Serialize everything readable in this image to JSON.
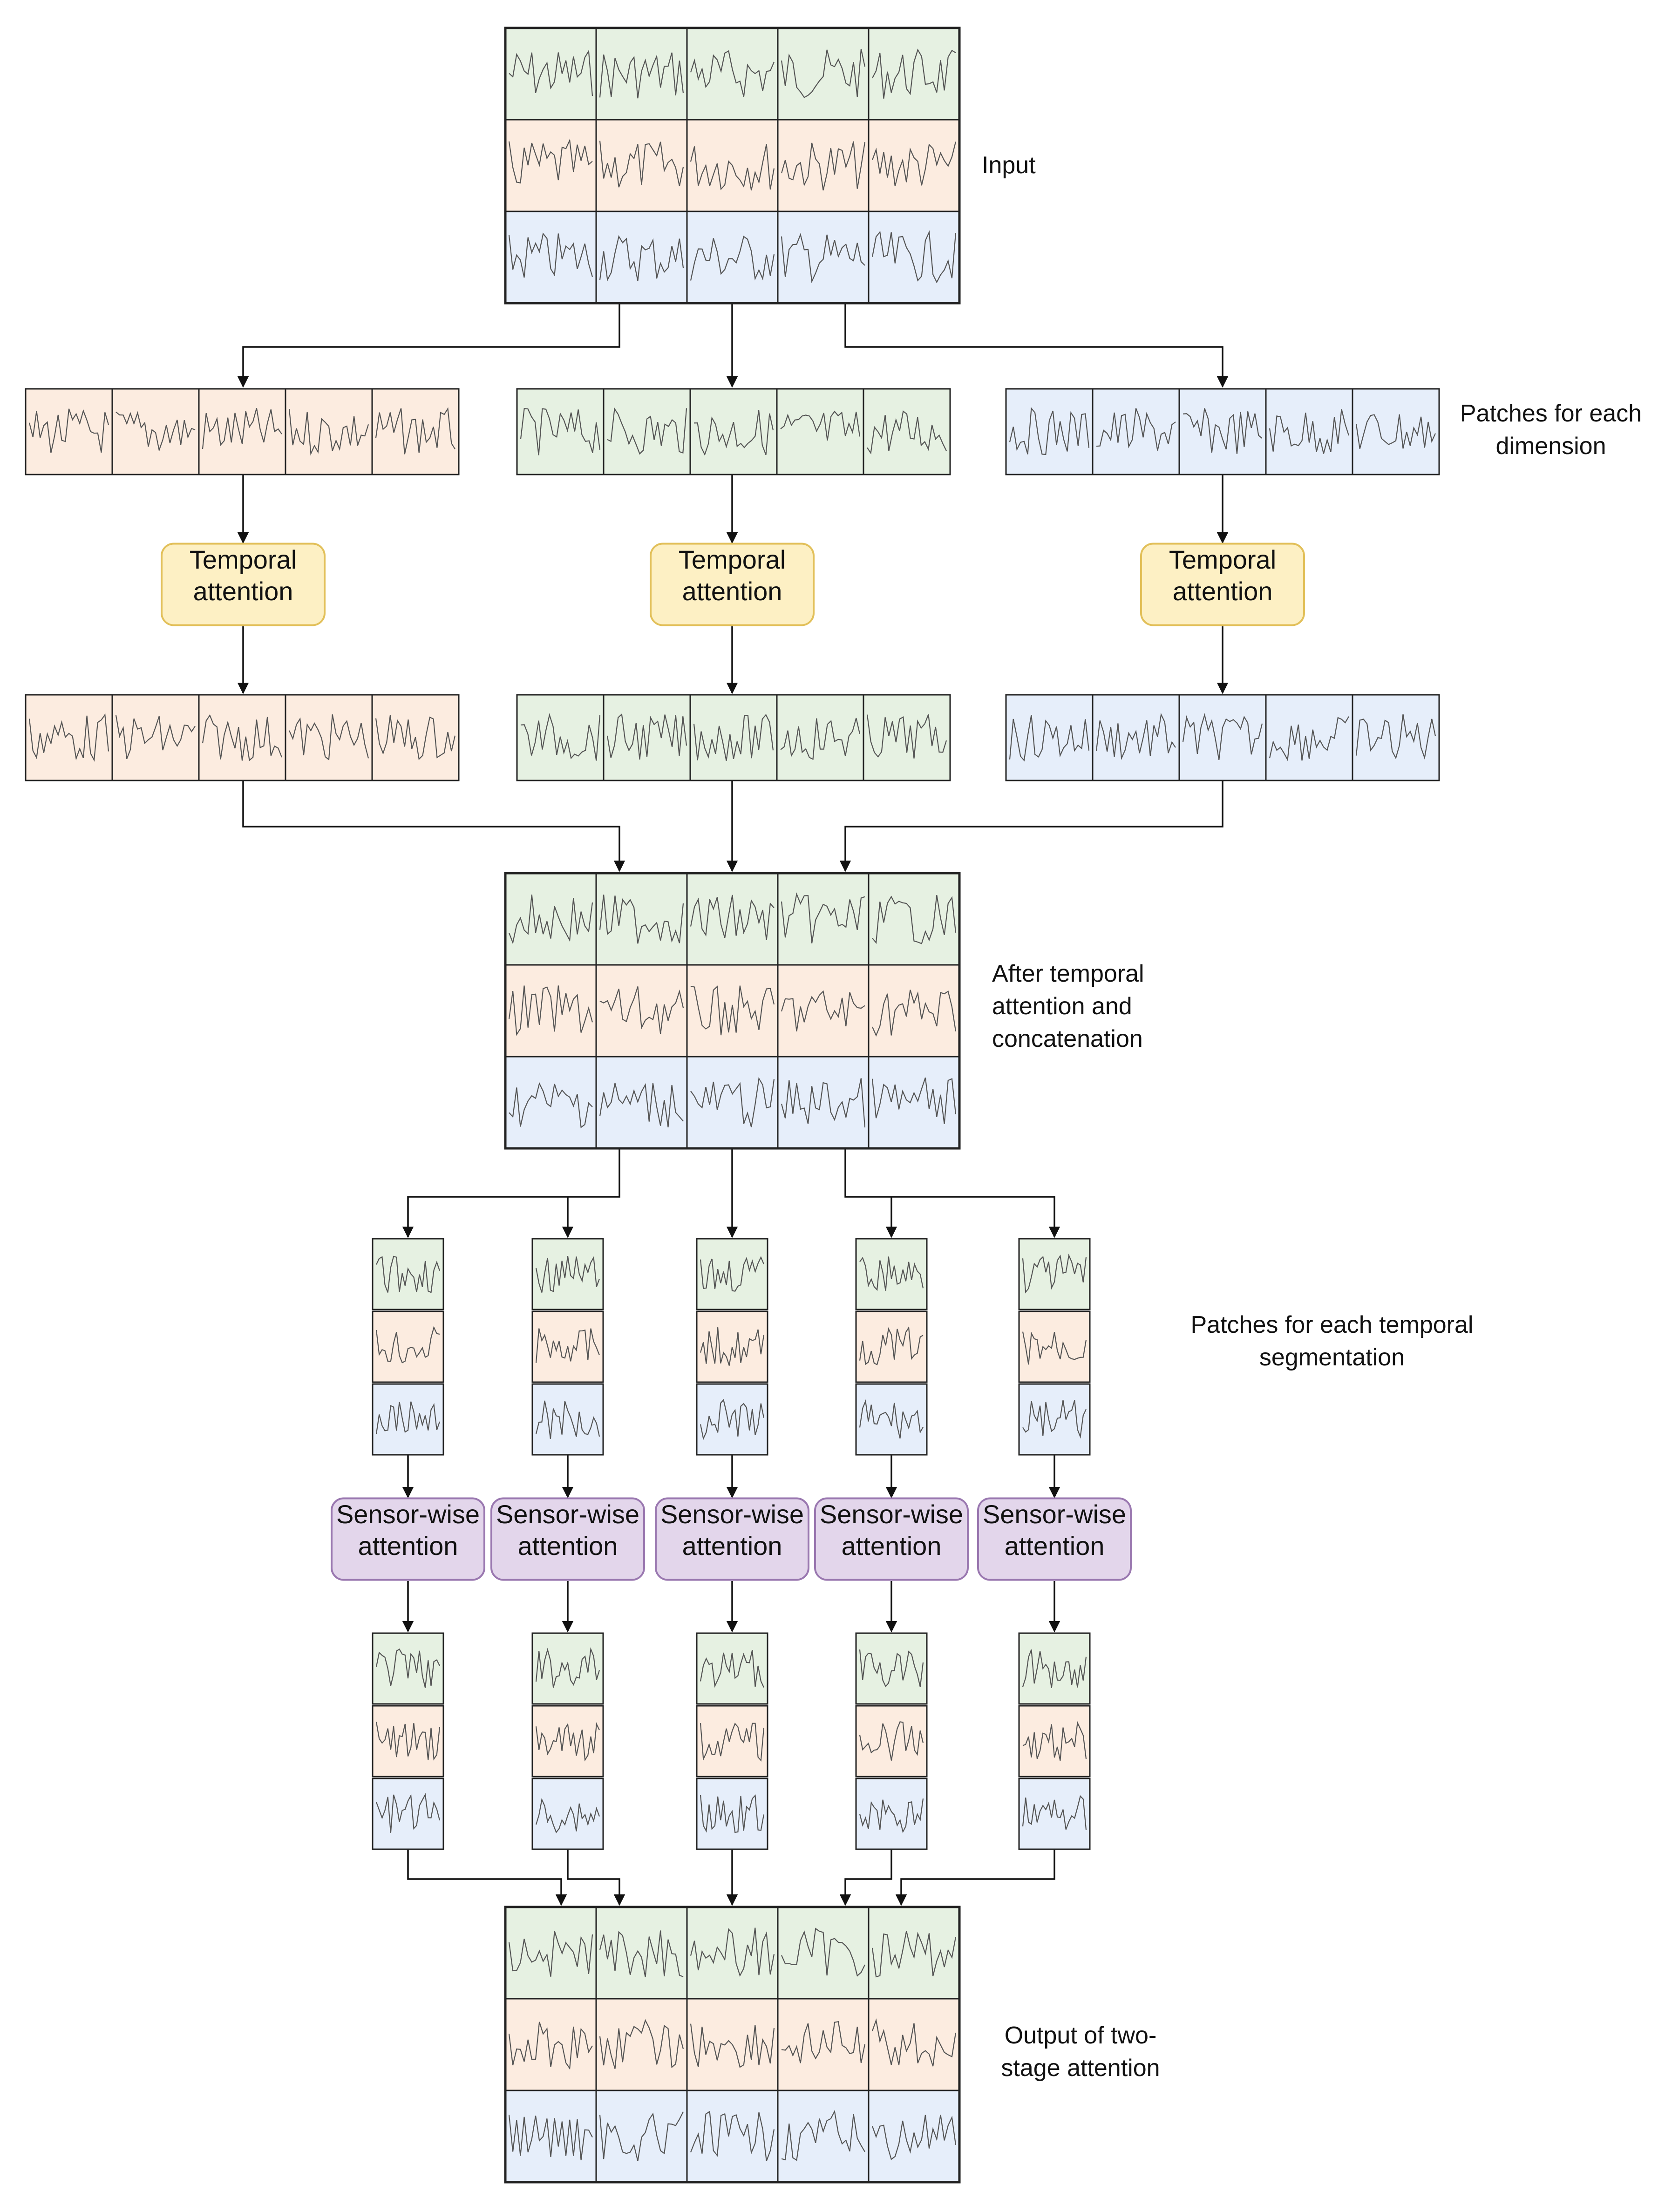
{
  "labels": {
    "input": "Input",
    "patches_dimension": [
      "Patches for each",
      "dimension"
    ],
    "after_temporal": [
      "After temporal",
      "attention and",
      "concatenation"
    ],
    "patches_temporal": [
      "Patches for each temporal",
      "segmentation"
    ],
    "output": [
      "Output of two-",
      "stage attention"
    ]
  },
  "temporal_attention_label": [
    "Temporal",
    "attention"
  ],
  "sensor_attention_label": [
    "Sensor-wise",
    "attention"
  ],
  "colors": {
    "green_fill": "#e6f1e2",
    "orange_fill": "#fcece0",
    "blue_fill": "#e6eefa",
    "temporal_node_fill": "#fdf0c4",
    "temporal_node_stroke": "#e2c05a",
    "sensor_node_fill": "#e3d6eb",
    "sensor_node_stroke": "#9a78b0",
    "line": "#111111",
    "waveform": "#555555"
  }
}
